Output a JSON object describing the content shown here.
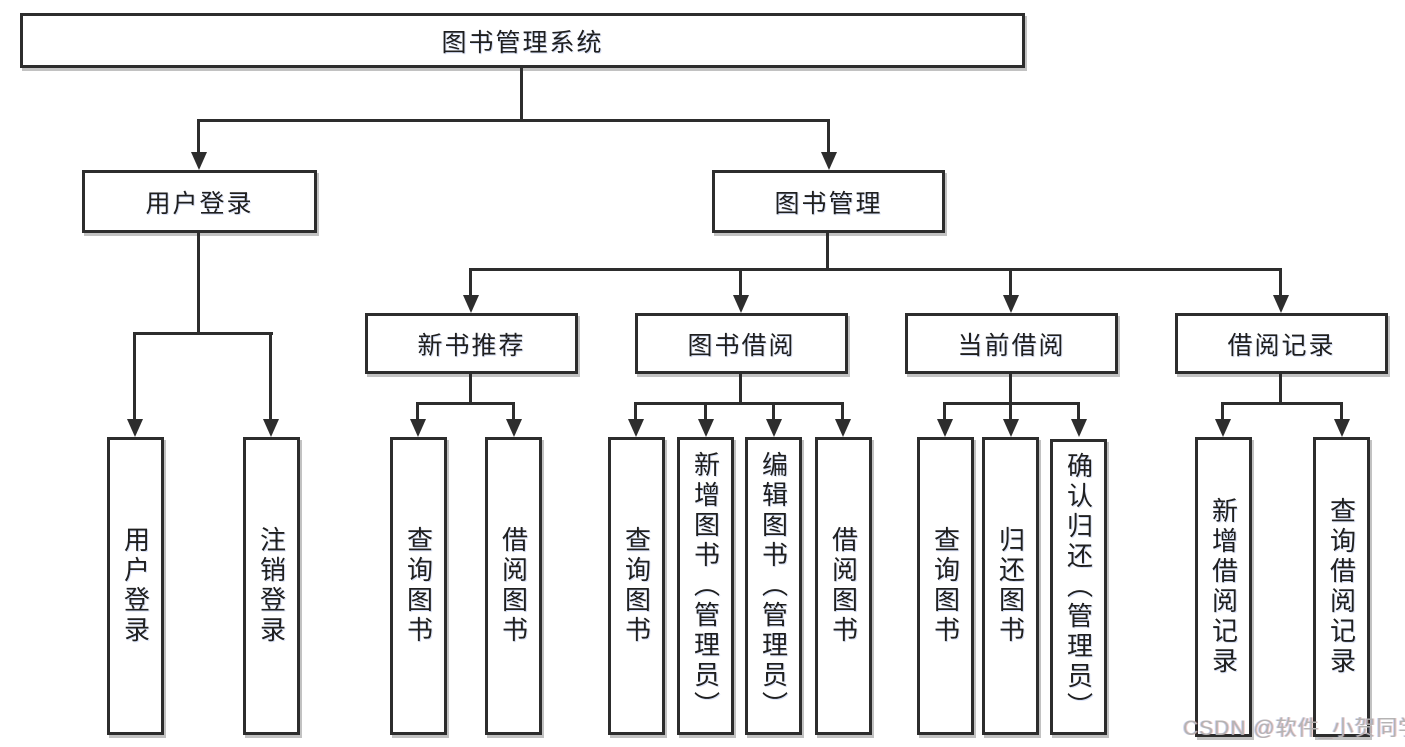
{
  "diagram": {
    "colors": {
      "background": "#ffffff",
      "box_border": "#2d2d2d",
      "line": "#2d2d2d",
      "text": "#1f1f1f",
      "watermark": "#b5b3b3"
    },
    "tree": {
      "label": "图书管理系统",
      "children": [
        {
          "label": "用户登录",
          "children": [
            {
              "label": "用户登录"
            },
            {
              "label": "注销登录"
            }
          ]
        },
        {
          "label": "图书管理",
          "children": [
            {
              "label": "新书推荐",
              "children": [
                {
                  "label": "查询图书"
                },
                {
                  "label": "借阅图书"
                }
              ]
            },
            {
              "label": "图书借阅",
              "children": [
                {
                  "label": "查询图书"
                },
                {
                  "label": "新增图书（管理员）"
                },
                {
                  "label": "编辑图书（管理员）"
                },
                {
                  "label": "借阅图书"
                }
              ]
            },
            {
              "label": "当前借阅",
              "children": [
                {
                  "label": "查询图书"
                },
                {
                  "label": "归还图书"
                },
                {
                  "label": "确认归还（管理员）"
                }
              ]
            },
            {
              "label": "借阅记录",
              "children": [
                {
                  "label": "新增借阅记录"
                },
                {
                  "label": "查询借阅记录"
                }
              ]
            }
          ]
        }
      ]
    },
    "watermark": {
      "text": "CSDN @软件_小贺同学"
    }
  }
}
